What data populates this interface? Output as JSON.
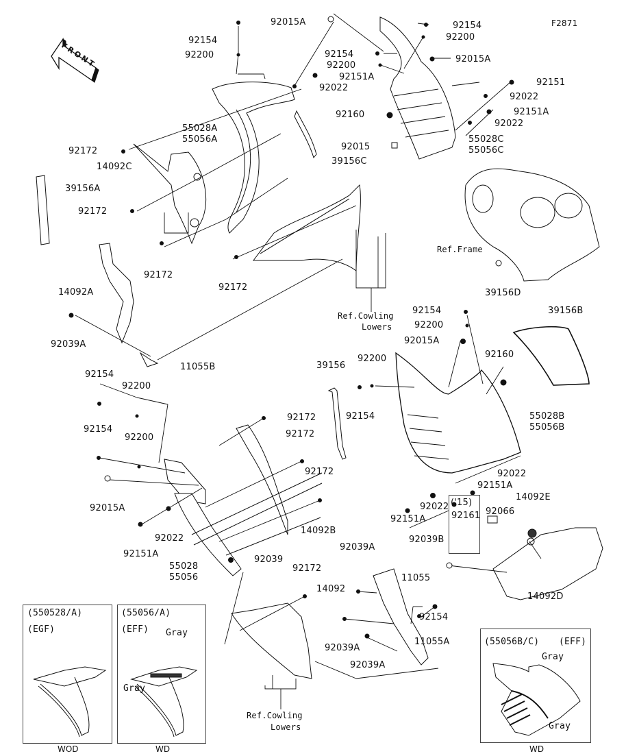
{
  "diagram": {
    "figure_id": "F2871",
    "front_arrow_label": "FRONT",
    "part_labels": [
      {
        "id": "l1",
        "text": "92015A"
      },
      {
        "id": "l2",
        "text": "92154"
      },
      {
        "id": "l3",
        "text": "92200"
      },
      {
        "id": "l4",
        "text": "92154"
      },
      {
        "id": "l5",
        "text": "92200"
      },
      {
        "id": "l6",
        "text": "92154"
      },
      {
        "id": "l7",
        "text": "92200"
      },
      {
        "id": "l8",
        "text": "92015A"
      },
      {
        "id": "l9",
        "text": "92151A"
      },
      {
        "id": "l10",
        "text": "92022"
      },
      {
        "id": "l11",
        "text": "92151"
      },
      {
        "id": "l12",
        "text": "92022"
      },
      {
        "id": "l13",
        "text": "92160"
      },
      {
        "id": "l14",
        "text": "92151A"
      },
      {
        "id": "l15",
        "text": "92022"
      },
      {
        "id": "l16",
        "text": "92015"
      },
      {
        "id": "l17",
        "text": "55028C"
      },
      {
        "id": "l18",
        "text": "55056C"
      },
      {
        "id": "l19",
        "text": "55028A"
      },
      {
        "id": "l20",
        "text": "55056A"
      },
      {
        "id": "l21",
        "text": "92172"
      },
      {
        "id": "l22",
        "text": "14092C"
      },
      {
        "id": "l23",
        "text": "39156C"
      },
      {
        "id": "l24",
        "text": "39156A"
      },
      {
        "id": "l25",
        "text": "92172"
      },
      {
        "id": "l26",
        "text": "92172"
      },
      {
        "id": "l27",
        "text": "92172"
      },
      {
        "id": "l28",
        "text": "Ref.Frame"
      },
      {
        "id": "l29",
        "text": "39156D"
      },
      {
        "id": "l30",
        "text": "14092A"
      },
      {
        "id": "l31",
        "text": "92039A"
      },
      {
        "id": "l32",
        "text": "11055B"
      },
      {
        "id": "l33",
        "text": "Ref.Cowling"
      },
      {
        "id": "l34",
        "text": "Lowers"
      },
      {
        "id": "l35",
        "text": "92154"
      },
      {
        "id": "l36",
        "text": "92200"
      },
      {
        "id": "l37",
        "text": "92015A"
      },
      {
        "id": "l38",
        "text": "39156B"
      },
      {
        "id": "l39",
        "text": "92160"
      },
      {
        "id": "l40",
        "text": "39156"
      },
      {
        "id": "l41",
        "text": "92200"
      },
      {
        "id": "l42",
        "text": "92154"
      },
      {
        "id": "l43",
        "text": "55028B"
      },
      {
        "id": "l44",
        "text": "55056B"
      },
      {
        "id": "l45",
        "text": "92022"
      },
      {
        "id": "l46",
        "text": "92151A"
      },
      {
        "id": "l47",
        "text": "92151A"
      },
      {
        "id": "l48",
        "text": "92022"
      },
      {
        "id": "l49",
        "text": "('15)"
      },
      {
        "id": "l50",
        "text": "92161"
      },
      {
        "id": "l51",
        "text": "92066"
      },
      {
        "id": "l52",
        "text": "14092E"
      },
      {
        "id": "l53",
        "text": "92039B"
      },
      {
        "id": "l54",
        "text": "14092D"
      },
      {
        "id": "l55",
        "text": "92154"
      },
      {
        "id": "l56",
        "text": "92200"
      },
      {
        "id": "l57",
        "text": "92154"
      },
      {
        "id": "l58",
        "text": "92200"
      },
      {
        "id": "l59",
        "text": "92015A"
      },
      {
        "id": "l60",
        "text": "92022"
      },
      {
        "id": "l61",
        "text": "92151A"
      },
      {
        "id": "l62",
        "text": "92172"
      },
      {
        "id": "l63",
        "text": "92172"
      },
      {
        "id": "l64",
        "text": "92172"
      },
      {
        "id": "l65",
        "text": "14092B"
      },
      {
        "id": "l66",
        "text": "92039"
      },
      {
        "id": "l67",
        "text": "55028"
      },
      {
        "id": "l68",
        "text": "55056"
      },
      {
        "id": "l69",
        "text": "92172"
      },
      {
        "id": "l70",
        "text": "92039A"
      },
      {
        "id": "l71",
        "text": "14092"
      },
      {
        "id": "l72",
        "text": "11055"
      },
      {
        "id": "l73",
        "text": "92154"
      },
      {
        "id": "l74",
        "text": "92039A"
      },
      {
        "id": "l75",
        "text": "92039A"
      },
      {
        "id": "l76",
        "text": "11055A"
      },
      {
        "id": "l77",
        "text": "Ref.Cowling"
      },
      {
        "id": "l78",
        "text": "Lowers"
      }
    ],
    "insets": [
      {
        "title": "(550528/A)",
        "subtitle": "(EGF)",
        "notes": [],
        "caption": "WOD"
      },
      {
        "title": "(55056/A)",
        "subtitle": "(EFF)",
        "notes": [
          "Gray",
          "Gray"
        ],
        "caption": "WD"
      },
      {
        "title": "(55056B/C)",
        "subtitle": "(EFF)",
        "notes": [
          "Gray",
          "Gray"
        ],
        "caption": "WD"
      }
    ]
  }
}
